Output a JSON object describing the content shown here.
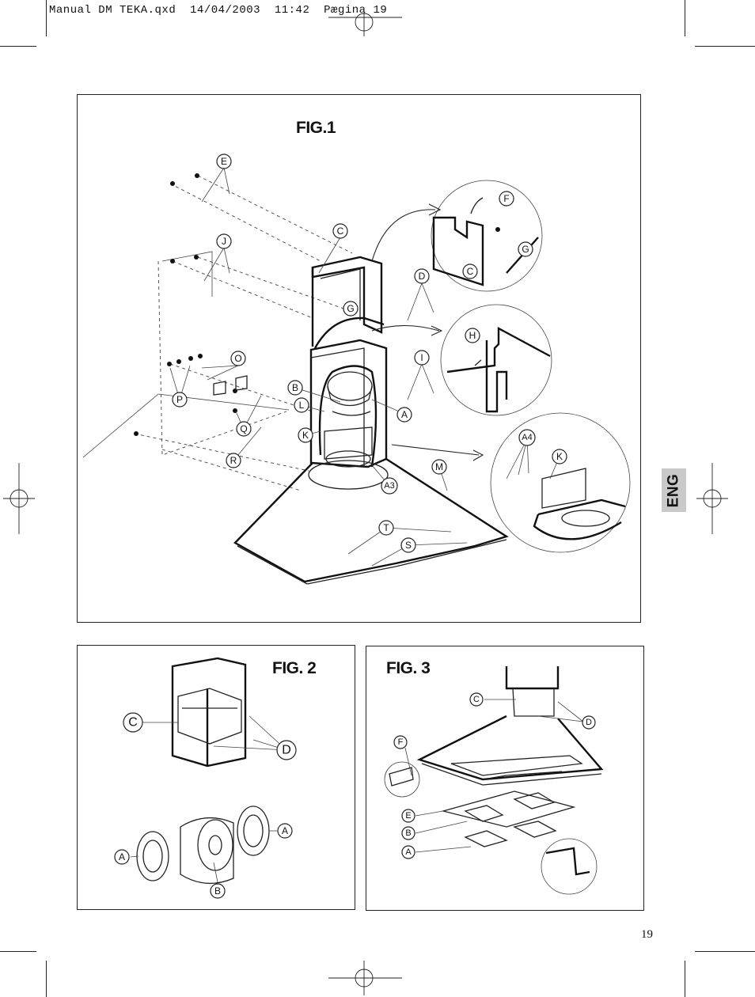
{
  "header": {
    "slug": "Manual DM TEKA.qxd  14/04/2003  11:42  Pægina 19"
  },
  "figures": {
    "fig1": {
      "title": "FIG.1",
      "labels": [
        "E",
        "F",
        "G",
        "C",
        "J",
        "D",
        "G",
        "C",
        "H",
        "O",
        "I",
        "B",
        "L",
        "P",
        "A",
        "K",
        "Q",
        "A4",
        "K",
        "M",
        "R",
        "A3",
        "T",
        "S"
      ]
    },
    "fig2": {
      "title": "FIG. 2",
      "labels": [
        "C",
        "D",
        "A",
        "A",
        "B"
      ]
    },
    "fig3": {
      "title": "FIG. 3",
      "labels": [
        "C",
        "D",
        "F",
        "E",
        "B",
        "A"
      ]
    }
  },
  "side_tab": {
    "label": "ENG"
  },
  "footer": {
    "page_number": "19"
  }
}
